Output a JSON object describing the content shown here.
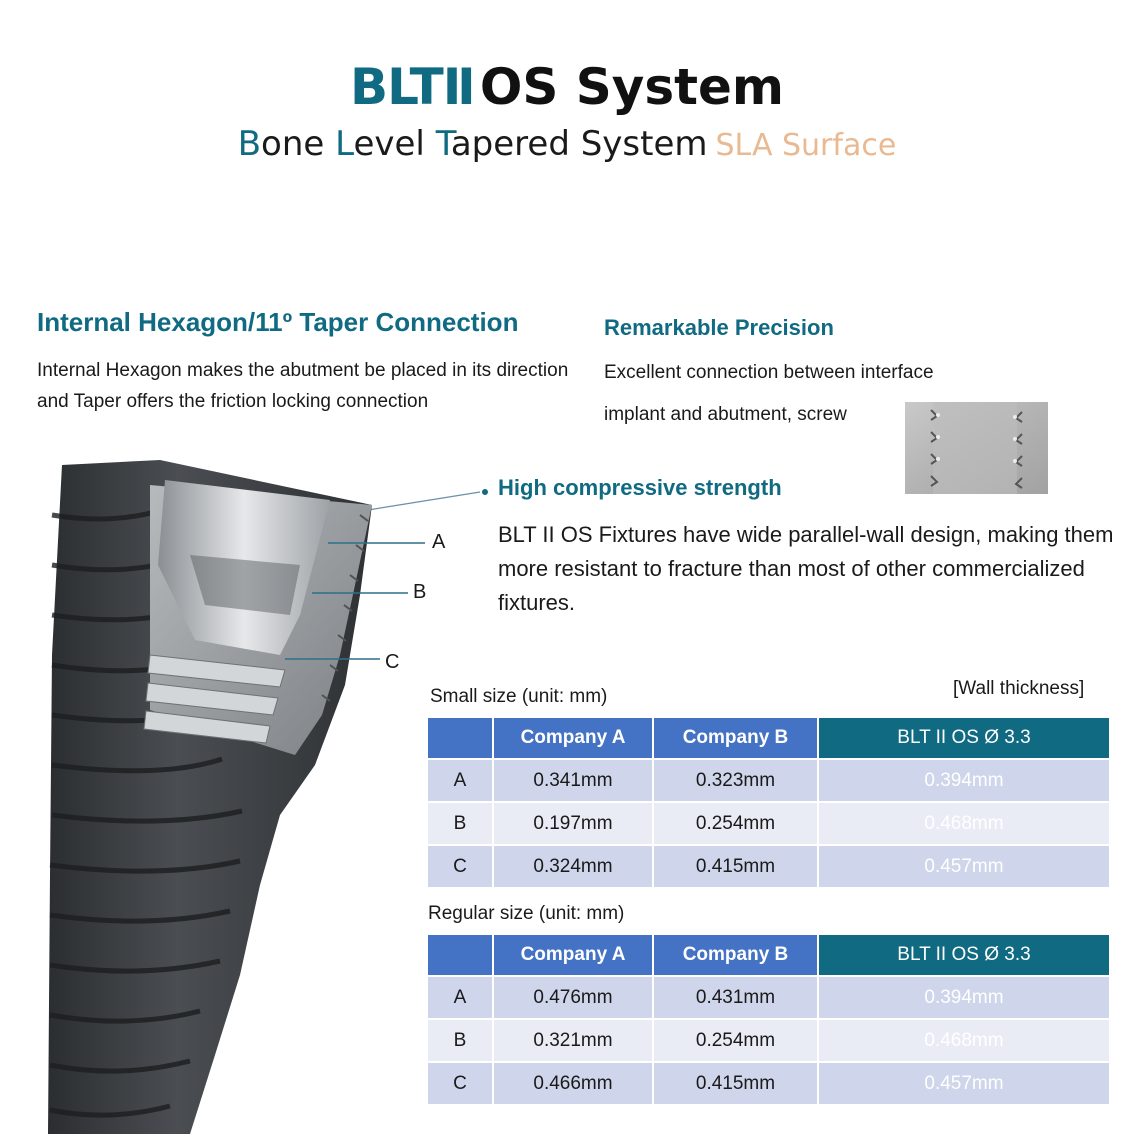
{
  "title": {
    "brand": "BLTⅡ",
    "rest": "OS System"
  },
  "subtitle": {
    "parts": [
      {
        "cap": "B",
        "rest": "one "
      },
      {
        "cap": "L",
        "rest": "evel "
      },
      {
        "cap": "T",
        "rest": "apered System"
      }
    ],
    "surface": "SLA Surface"
  },
  "hexagon": {
    "title": "Internal Hexagon/11º Taper Connection",
    "description": "Internal Hexagon makes the abutment be placed in its direction and Taper offers the friction locking connection"
  },
  "precision": {
    "title": "Remarkable Precision",
    "line1": "Excellent connection between interface",
    "line2": "implant and abutment, screw"
  },
  "compressive": {
    "title": "High compressive strength",
    "description": "BLT II OS Fixtures have wide parallel-wall design, making them more resistant to fracture than most of other commercialized fixtures."
  },
  "labels": {
    "a": "A",
    "b": "B",
    "c": "C"
  },
  "wall_note": "[Wall thickness]",
  "small_table": {
    "caption": "Small size (unit: mm)",
    "headers": [
      "",
      "Company A",
      "Company B",
      "BLT II  OS Ø 3.3"
    ],
    "rows": [
      [
        "A",
        "0.341mm",
        "0.323mm",
        "0.394mm"
      ],
      [
        "B",
        "0.197mm",
        "0.254mm",
        "0.468mm"
      ],
      [
        "C",
        "0.324mm",
        "0.415mm",
        "0.457mm"
      ]
    ]
  },
  "regular_table": {
    "caption": "Regular size (unit: mm)",
    "headers": [
      "",
      "Company A",
      "Company B",
      "BLT II  OS Ø 3.3"
    ],
    "rows": [
      [
        "A",
        "0.476mm",
        "0.431mm",
        "0.394mm"
      ],
      [
        "B",
        "0.321mm",
        "0.254mm",
        "0.468mm"
      ],
      [
        "C",
        "0.466mm",
        "0.415mm",
        "0.457mm"
      ]
    ]
  },
  "colors": {
    "teal": "#0f6a82",
    "header_blue": "#4472c4",
    "row_dark": "#cfd5ea",
    "row_light": "#e9ebf5",
    "sla": "#e9b992"
  }
}
